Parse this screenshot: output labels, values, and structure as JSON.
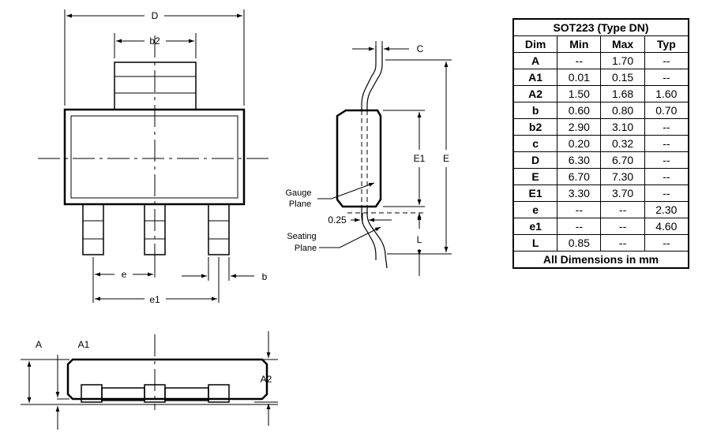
{
  "labels": {
    "D": "D",
    "b2": "b2",
    "C": "C",
    "E1": "E1",
    "E": "E",
    "gauge_plane_1": "Gauge",
    "gauge_plane_2": "Plane",
    "angle": "0.25",
    "seating_plane_1": "Seating",
    "seating_plane_2": "Plane",
    "L": "L",
    "e": "e",
    "b": "b",
    "e1": "e1",
    "A": "A",
    "A1": "A1",
    "A2": "A2"
  },
  "table": {
    "title": "SOT223 (Type DN)",
    "headers": [
      "Dim",
      "Min",
      "Max",
      "Typ"
    ],
    "rows": [
      [
        "A",
        "--",
        "1.70",
        "--"
      ],
      [
        "A1",
        "0.01",
        "0.15",
        "--"
      ],
      [
        "A2",
        "1.50",
        "1.68",
        "1.60"
      ],
      [
        "b",
        "0.60",
        "0.80",
        "0.70"
      ],
      [
        "b2",
        "2.90",
        "3.10",
        "--"
      ],
      [
        "c",
        "0.20",
        "0.32",
        "--"
      ],
      [
        "D",
        "6.30",
        "6.70",
        "--"
      ],
      [
        "E",
        "6.70",
        "7.30",
        "--"
      ],
      [
        "E1",
        "3.30",
        "3.70",
        "--"
      ],
      [
        "e",
        "--",
        "--",
        "2.30"
      ],
      [
        "e1",
        "--",
        "--",
        "4.60"
      ],
      [
        "L",
        "0.85",
        "--",
        "--"
      ]
    ],
    "footer": "All Dimensions in mm"
  }
}
